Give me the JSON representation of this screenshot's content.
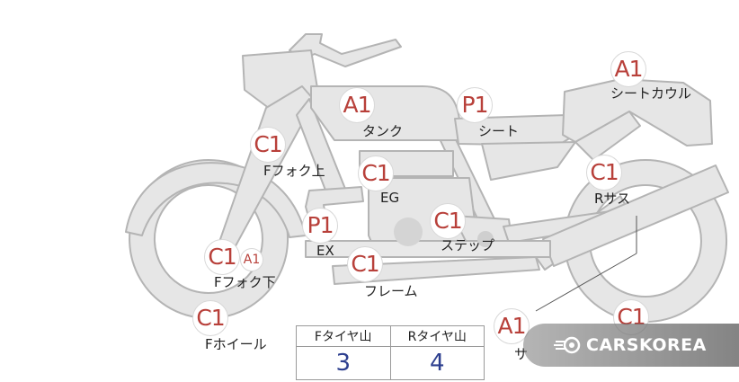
{
  "diagram": {
    "markers": [
      {
        "id": "tank",
        "grade": "A1",
        "label": "タンク"
      },
      {
        "id": "seat",
        "grade": "P1",
        "label": "シート"
      },
      {
        "id": "seat-cowl",
        "grade": "A1",
        "label": "シートカウル"
      },
      {
        "id": "f-fork-upper",
        "grade": "C1",
        "label": "Fフォク上"
      },
      {
        "id": "engine",
        "grade": "C1",
        "label": "EG"
      },
      {
        "id": "r-suspension",
        "grade": "C1",
        "label": "Rサス"
      },
      {
        "id": "exhaust",
        "grade": "P1",
        "label": "EX"
      },
      {
        "id": "step",
        "grade": "C1",
        "label": "ステップ"
      },
      {
        "id": "f-fork-lower",
        "grade": "C1",
        "grade2": "A1",
        "label": "Fフォク下"
      },
      {
        "id": "frame",
        "grade": "C1",
        "label": "フレーム"
      },
      {
        "id": "f-wheel",
        "grade": "C1",
        "label": "Fホイール"
      },
      {
        "id": "silencer",
        "grade": "A1",
        "label": "サ"
      },
      {
        "id": "r-wheel",
        "grade": "C1",
        "label": ""
      }
    ]
  },
  "tread_table": {
    "headers": [
      "Fタイヤ山",
      "Rタイヤ山"
    ],
    "values": [
      "3",
      "4"
    ]
  },
  "watermark": {
    "text": "CARSKOREA",
    "icon": "carskorea-logo-icon"
  }
}
